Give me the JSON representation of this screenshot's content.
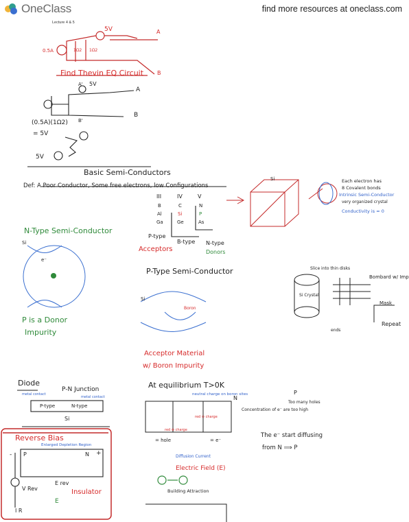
{
  "header": {
    "logo_text": "OneClass",
    "find_link": "find more resources at oneclass.com"
  },
  "doc": {
    "title": "Lecture 4 & 5"
  },
  "notes": {
    "thevenin": {
      "source_5v": "5V",
      "current_src": "0.5A",
      "r1": "1Ω2",
      "r2": "1Ω2",
      "node_a": "A",
      "node_b": "B",
      "caption": "Find Thevin EQ Circuit"
    },
    "step2": {
      "a_prime": "A'",
      "b_prime": "B'",
      "v5": "5V",
      "node_a": "A",
      "node_b": "B",
      "calc": "(0.5A)(1Ω2)",
      "eq": "= 5V",
      "v5b": "5V"
    },
    "semis": {
      "heading": "Basic Semi-Conductors",
      "def": "Def: A Poor Conductor, Some free electrons, low Configurations",
      "groups": [
        "III",
        "IV",
        "V"
      ],
      "col3": [
        "B",
        "Al",
        "Ga"
      ],
      "col4": [
        "C",
        "Si",
        "Ge"
      ],
      "col5": [
        "N",
        "P",
        "As"
      ],
      "ptype": "P-type",
      "btype": "B-type",
      "ntype": "N-type",
      "donors": "Donors",
      "acceptors": "Acceptors",
      "si_label": "Si",
      "crystal_notes": [
        "Each electron has",
        "8 Covalent bonds",
        "Intrinsic Semi-Conductor",
        "very organized crystal",
        "Conductivity is ≈ 0"
      ]
    },
    "ntype_sc": {
      "heading": "N-Type Semi-Conductor",
      "caption1": "P is a Donor",
      "caption2": "Impurity",
      "si": "Si",
      "e": "e⁻"
    },
    "ptype_sc": {
      "heading": "P-Type Semi-Conductor",
      "caption1": "Acceptor Material",
      "caption2": "w/ Boron Impurity",
      "boron": "Boron",
      "si": "Si"
    },
    "process": {
      "slice": "Slice into thin disks",
      "crystal": "Si Crystal",
      "bombard": "Bombard w/ Impurity",
      "mask": "Mask",
      "repeat": "Repeat",
      "ends": "ends"
    },
    "diode": {
      "heading": "Diode",
      "pn": "P-N Junction",
      "metal1": "metal contact",
      "metal2": "metal contact",
      "ptype": "P-type",
      "ntype": "N-type",
      "si": "Si",
      "reverse": "Reverse Bias",
      "depletion": "Enlarged Depletion Region",
      "p": "P",
      "n": "N",
      "minus": "-",
      "plus": "+",
      "erev": "E rev",
      "insulator": "Insulator",
      "e": "E",
      "vrev": "V Rev",
      "ir": "I R"
    },
    "equilibrium": {
      "heading": "At equilibrium T>0K",
      "p": "P",
      "n": "N",
      "neutral": "neutral charge on boron sites",
      "conc": "Concentration of e⁻ are too high",
      "p_note": "Too many holes",
      "hole": "= hole",
      "e_dots": "= e⁻",
      "diffusion": "Diffusion Current",
      "efield": "Electric Field (E)",
      "start": "The e⁻ start diffusing",
      "from": "from N ⟹ P",
      "building": "Building Attraction",
      "red_charge": "red ⊕ charge",
      "red2": "red ⊖ charge"
    }
  }
}
